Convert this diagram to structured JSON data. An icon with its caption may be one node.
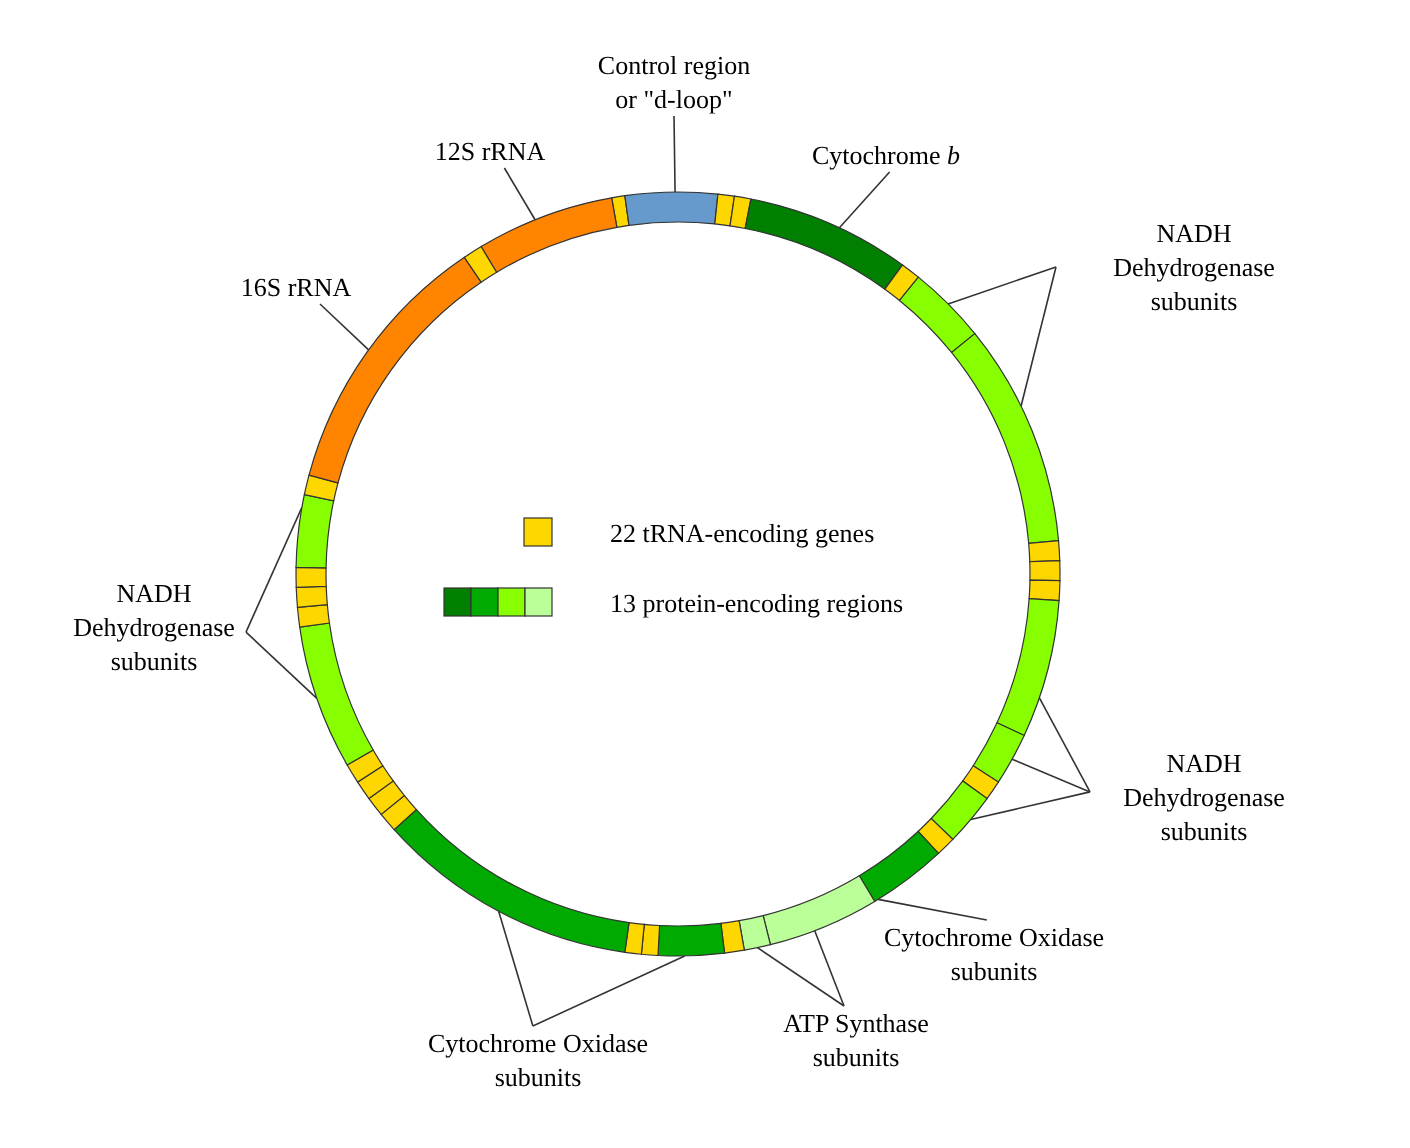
{
  "diagram": {
    "nodes": [
      {
        "text": [
          "Control region or \"d-loop\""
        ]
      },
      {
        "text": [
          "12S rRNA"
        ]
      },
      {
        "text": [
          "Cytochrome *b*"
        ]
      },
      {
        "text": [
          "16S rRNA"
        ]
      },
      {
        "text": [
          "NADH Dehydrogenase subunits"
        ]
      },
      {
        "text": [
          "NADH Dehydrogenase subunits"
        ]
      },
      {
        "text": [
          "NADH Dehydrogenase subunits"
        ]
      },
      {
        "text": [
          "Cytochrome Oxidase subunits"
        ]
      },
      {
        "text": [
          "Cytochrome Oxidase subunits"
        ]
      },
      {
        "text": [
          "ATP Synthase subunits"
        ]
      },
      {
        "text": [],
        "shape": "arc"
      },
      {
        "text": [],
        "shape": "arc"
      },
      {
        "text": [],
        "shape": "arc"
      },
      {
        "text": [],
        "shape": "arc"
      },
      {
        "text": [],
        "shape": "arc"
      },
      {
        "text": [],
        "shape": "arc"
      },
      {
        "text": [],
        "shape": "arc"
      },
      {
        "text": [],
        "shape": "arc"
      },
      {
        "text": [],
        "shape": "arc"
      },
      {
        "text": [],
        "shape": "arc"
      },
      {
        "text": [],
        "shape": "arc"
      },
      {
        "text": [],
        "shape": "arc"
      },
      {
        "text": [],
        "shape": "arc"
      },
      {
        "text": [],
        "shape": "arc"
      },
      {
        "text": [],
        "shape": "arc"
      },
      {
        "text": [],
        "shape": "arc"
      }
    ],
    "edges": [
      {
        "from": 0,
        "to": 10,
        "arrow": "none"
      },
      {
        "from": 1,
        "to": 11,
        "arrow": "none"
      },
      {
        "from": 2,
        "to": 13,
        "arrow": "none"
      },
      {
        "from": 3,
        "to": 12,
        "arrow": "none"
      },
      {
        "from": 4,
        "to": 14,
        "arrow": "none"
      },
      {
        "from": 4,
        "to": 15,
        "arrow": "none"
      },
      {
        "from": 5,
        "to": 25,
        "arrow": "none"
      },
      {
        "from": 5,
        "to": 24,
        "arrow": "none"
      },
      {
        "from": 6,
        "to": 16,
        "arrow": "none"
      },
      {
        "from": 6,
        "to": 17,
        "arrow": "none"
      },
      {
        "from": 6,
        "to": 18,
        "arrow": "none"
      },
      {
        "from": 7,
        "to": 19,
        "arrow": "none"
      },
      {
        "from": 9,
        "to": 21,
        "arrow": "none"
      },
      {
        "from": 9,
        "to": 20,
        "arrow": "none"
      },
      {
        "from": 8,
        "to": 23,
        "arrow": "none"
      },
      {
        "from": 8,
        "to": 22,
        "arrow": "none"
      }
    ],
    "legend": [
      {
        "text": "22 tRNA-encoding genes",
        "color": "#ffd700"
      },
      {
        "text": "13 protein-encoding regions"
      }
    ]
  }
}
